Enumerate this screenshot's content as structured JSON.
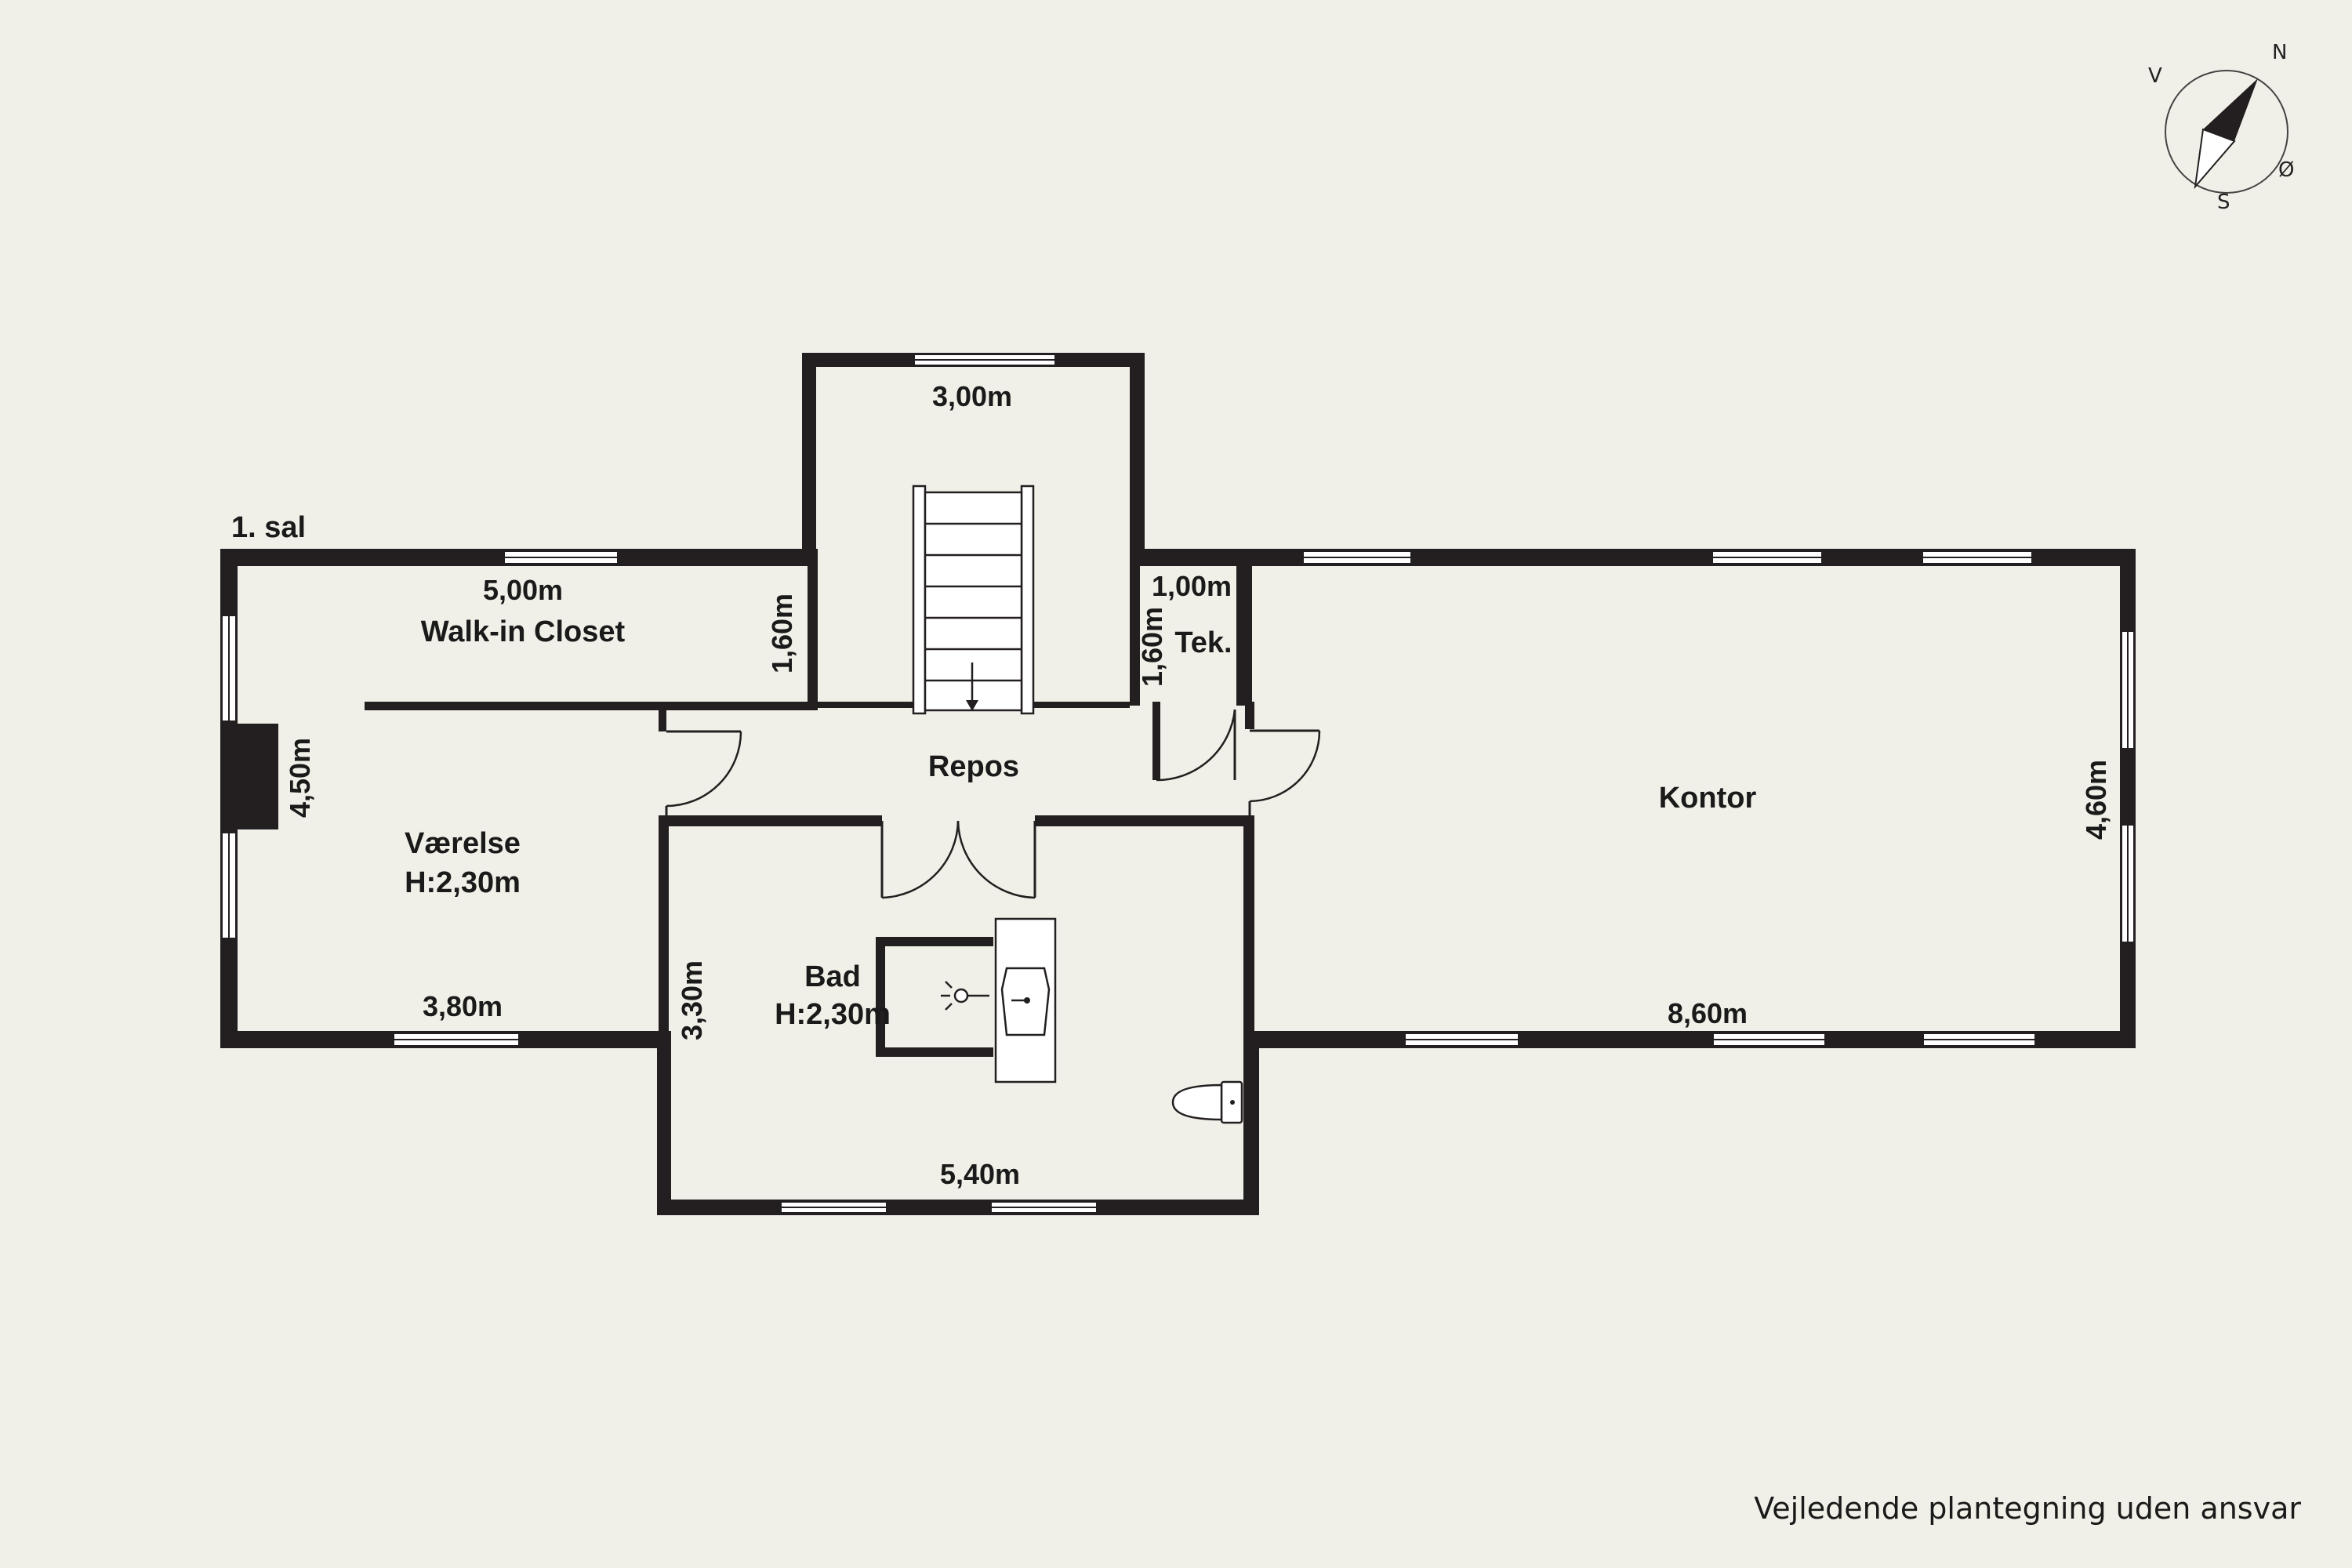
{
  "floor_label": "1. sal",
  "rooms": {
    "walk_in_closet": "Walk-in Closet",
    "vaerelse_name": "Værelse",
    "vaerelse_height": "H:2,30m",
    "repos": "Repos",
    "tek": "Tek.",
    "bad_name": "Bad",
    "bad_height": "H:2,30m",
    "kontor": "Kontor"
  },
  "dimensions": {
    "stair_width": "3,00m",
    "closet_width": "5,00m",
    "closet_depth": "1,60m",
    "tek_width": "1,00m",
    "tek_depth": "1,60m",
    "vaerelse_depth": "4,50m",
    "vaerelse_width": "3,80m",
    "bad_depth": "3,30m",
    "bad_width": "5,40m",
    "kontor_depth": "4,60m",
    "kontor_width": "8,60m"
  },
  "compass": {
    "n": "N",
    "s": "S",
    "e": "Ø",
    "w": "V"
  },
  "disclaimer": "Vejledende plantegning uden ansvar"
}
